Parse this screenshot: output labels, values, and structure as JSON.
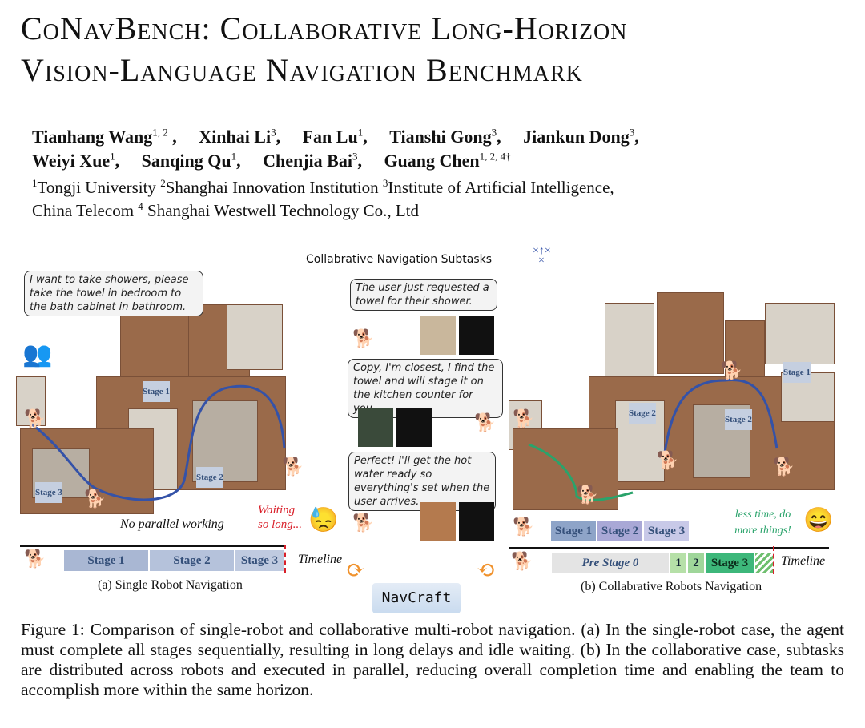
{
  "title": {
    "line1": "CoNavBench:   Collaborative  Long-Horizon",
    "line2": "Vision-Language Navigation Benchmark"
  },
  "authors": [
    {
      "name": "Tianhang Wang",
      "aff": "1, 2"
    },
    {
      "name": "Xinhai Li",
      "aff": "3"
    },
    {
      "name": "Fan Lu",
      "aff": "1"
    },
    {
      "name": "Tianshi Gong",
      "aff": "3"
    },
    {
      "name": "Jiankun Dong",
      "aff": "3"
    },
    {
      "name": "Weiyi Xue",
      "aff": "1"
    },
    {
      "name": "Sanqing Qu",
      "aff": "1"
    },
    {
      "name": "Chenjia Bai",
      "aff": "3"
    },
    {
      "name": "Guang Chen",
      "aff": "1, 2, 4†"
    }
  ],
  "affiliations": {
    "line1": [
      {
        "n": "1",
        "t": "Tongji University "
      },
      {
        "n": "2",
        "t": "Shanghai Innovation Institution "
      },
      {
        "n": "3",
        "t": "Institute of Artificial Intelligence,"
      }
    ],
    "line2": "China Telecom",
    "line2n": "4",
    "line2b": " Shanghai Westwell Technology Co., Ltd"
  },
  "figure": {
    "header": "Collabrative Navigation Subtasks",
    "user_request": "I want to take showers, please take the towel in bedroom to the bath cabinet in bathroom.",
    "dialog": [
      "The user just requested a towel for their shower.",
      "Copy, I'm closest, I find the towel and will stage it on the kitchen counter for you.",
      "Perfect! I'll get the hot water ready so everything's set when the user arrives."
    ],
    "left": {
      "map_stages": [
        "Stage 1",
        "Stage 2",
        "Stage 3"
      ],
      "no_parallel": "No parallel working",
      "waiting": "Waiting so long...",
      "timeline_stages": [
        "Stage 1",
        "Stage 2",
        "Stage 3"
      ],
      "timeline": "Timeline",
      "caption": "(a) Single Robot Navigation"
    },
    "center": {
      "navcraft": "NavCraft"
    },
    "right": {
      "map_stages": [
        "Stage 1",
        "Stage 2",
        "Stage 2"
      ],
      "less_time": "less time, do more things!",
      "robot1_stages": [
        "Stage 1",
        "Stage 2",
        "Stage 3"
      ],
      "robot2_stages": [
        "Pre Stage 0",
        "1",
        "2",
        "Stage 3"
      ],
      "timeline": "Timeline",
      "caption": "(b) Collabrative  Robots Navigation"
    },
    "colors": {
      "red": "#d9202a",
      "green": "#2aa36b",
      "blue": "#3452a8",
      "orange": "#f0922d"
    }
  },
  "caption": "Figure 1: Comparison of single-robot and collaborative multi-robot navigation. (a) In the single-robot case, the agent must complete all stages sequentially, resulting in long delays and idle waiting. (b) In the collaborative case, subtasks are distributed across robots and executed in parallel, reducing overall completion time and enabling the team to accomplish more within the same horizon."
}
